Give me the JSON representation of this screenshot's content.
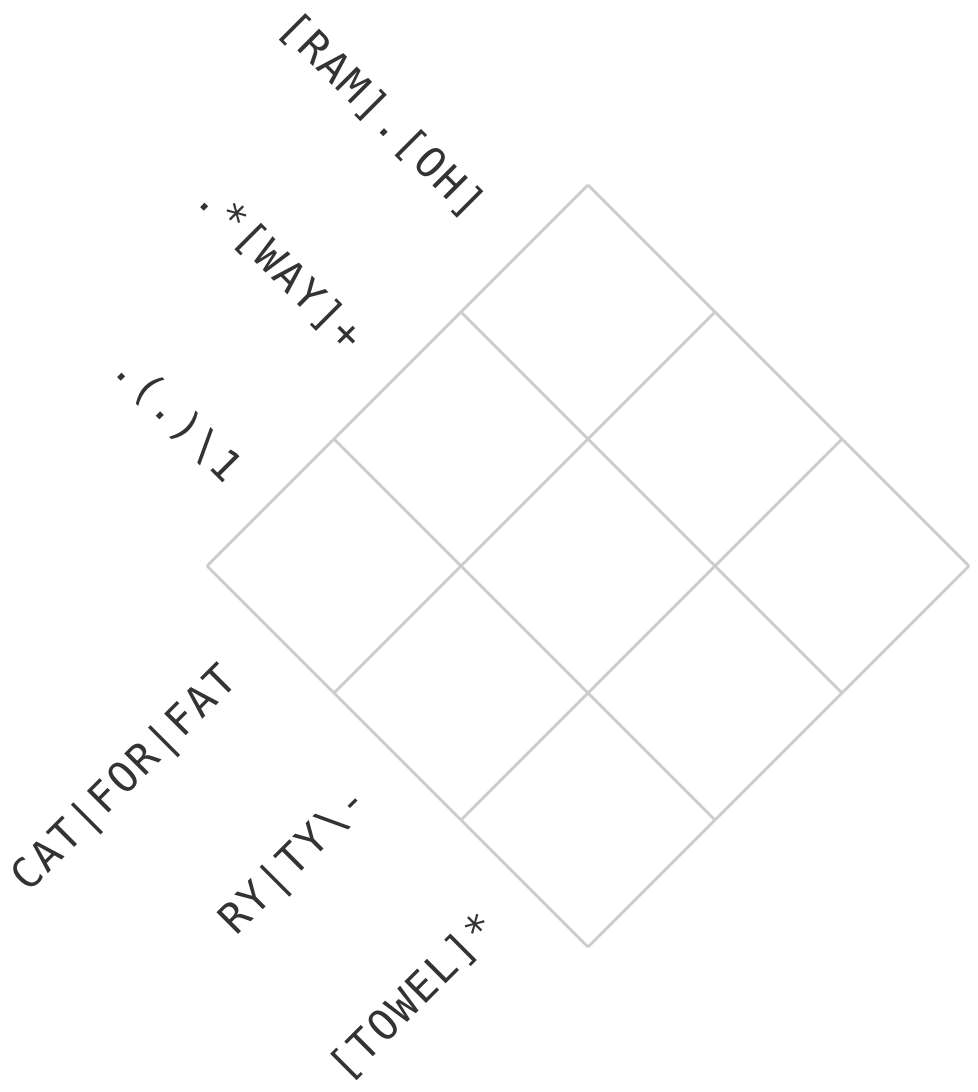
{
  "puzzle": {
    "grid_size": 3,
    "line_color": "#cccccc",
    "text_color": "#333333",
    "row_clues": [
      ".*[WAY]+",
      ".(.)\\1",
      "[RAM].[OH]"
    ],
    "column_clues": [
      "CAT|FOR|FAT",
      "RY|TY\\-",
      "[TOWEL]*"
    ],
    "cells": [
      [
        "",
        "",
        ""
      ],
      [
        "",
        "",
        ""
      ],
      [
        "",
        "",
        ""
      ]
    ]
  }
}
